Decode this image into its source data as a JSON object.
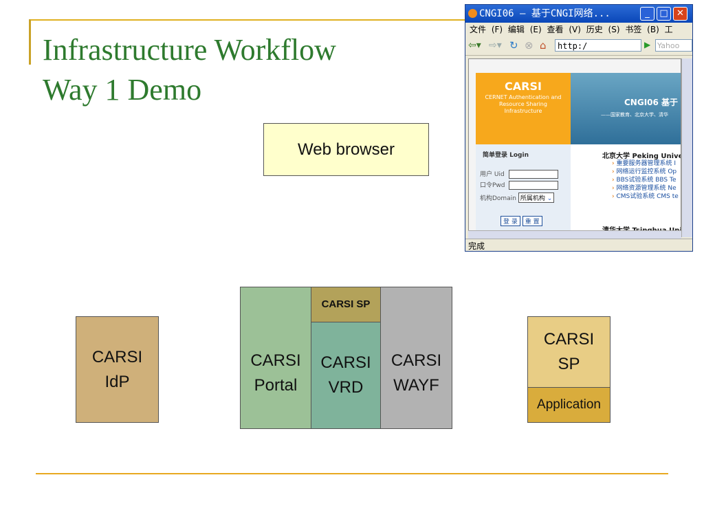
{
  "slide": {
    "title_line1": "Infrastructure Workflow",
    "title_line2": "Way 1 Demo"
  },
  "boxes": {
    "web_browser": "Web browser",
    "idp": {
      "line1": "CARSI",
      "line2": "IdP",
      "color": "#cfb07a"
    },
    "portal": {
      "line1": "CARSI",
      "line2": "Portal",
      "color": "#9cc197"
    },
    "sp_top": {
      "label": "CARSI SP",
      "color": "#b3a25a"
    },
    "vrd": {
      "line1": "CARSI",
      "line2": "VRD",
      "color": "#7fb39b"
    },
    "wayf": {
      "line1": "CARSI",
      "line2": "WAYF",
      "color": "#b2b2b2"
    },
    "sp_right": {
      "line1": "CARSI",
      "line2": "SP",
      "color": "#e8cd85"
    },
    "application": {
      "label": "Application",
      "color": "#d9ac3c"
    }
  },
  "browser": {
    "title": "CNGI06 — 基于CNGI网络...",
    "menu": [
      "文件 (F)",
      "编辑 (E)",
      "查看 (V)",
      "历史 (S)",
      "书签 (B)",
      "工"
    ],
    "address": "http:/",
    "search": "Yahoo",
    "status": "完成",
    "banner_title": "CARSI",
    "banner_sub": "CERNET Authentication and Resource Sharing Infrastructure",
    "cngi_title": "CNGI06 基于",
    "cngi_sub": "——国家教育、北京大学、清华",
    "login_title": "简单登录 Login",
    "uid_label": "用户 Uid",
    "pwd_label": "口令Pwd",
    "domain_label": "机构Domain",
    "domain_value": "所属机构",
    "login_btn": "登 录",
    "reset_btn": "重 置",
    "pku": "北京大学 Peking Univers",
    "links": [
      "重要服务器管理系统 I",
      "网络运行监控系统 Op",
      "BBS试验系统 BBS Te",
      "网络资源管理系统 Ne",
      "CMS试验系统 CMS te"
    ],
    "thu": "清华大学 Tsinghua Unive"
  }
}
